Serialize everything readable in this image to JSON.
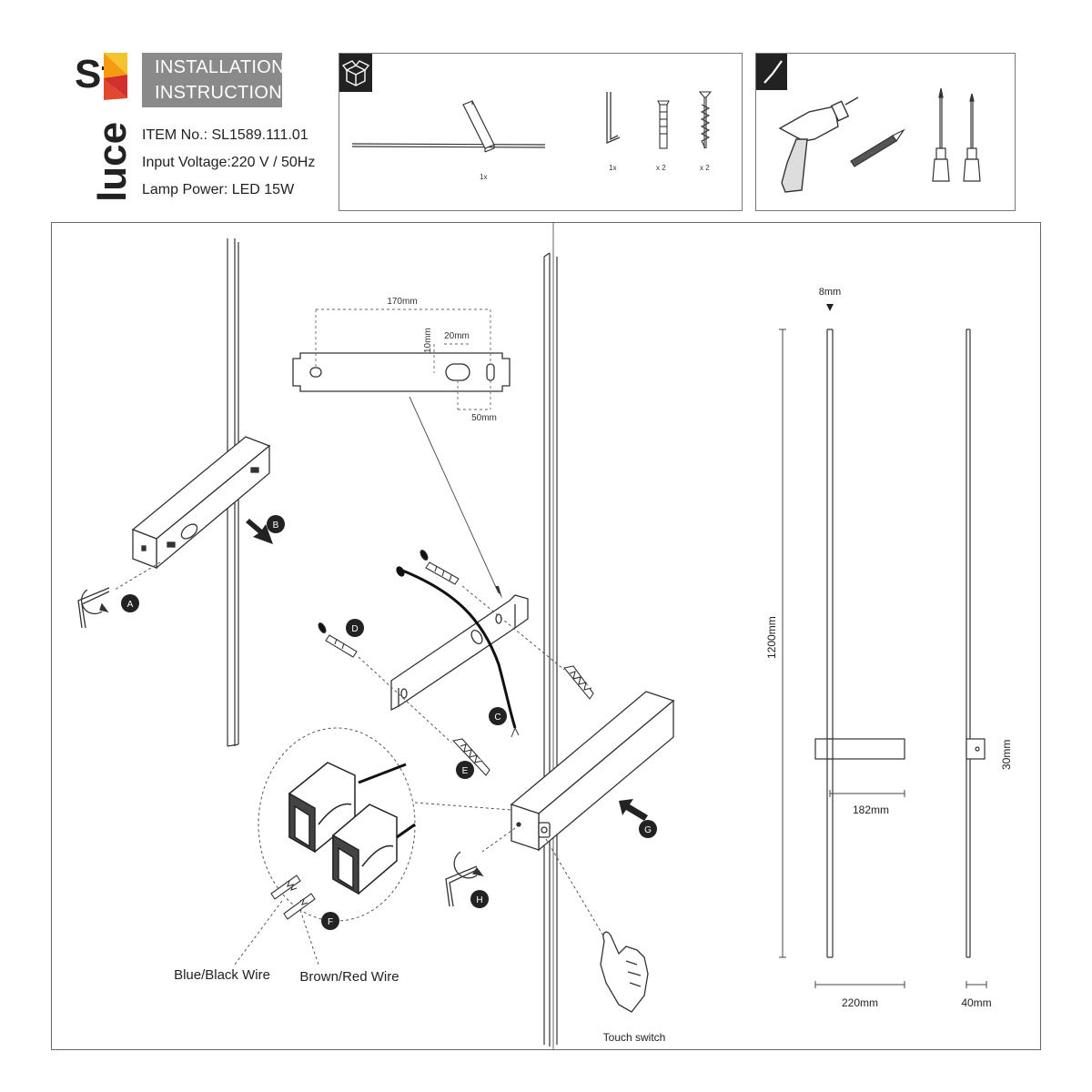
{
  "brand": {
    "logo_text_top": "St",
    "logo_text_bottom": "luce",
    "title_line1": "INSTALLATION",
    "title_line2": "INSTRUCTIONS"
  },
  "specs": {
    "item": "ITEM No.: SL1589.111.01",
    "voltage": "Input Voltage:220 V / 50Hz",
    "power": "Lamp Power: LED 15W"
  },
  "contents": {
    "lamp_qty": "1x",
    "key_qty": "1x",
    "dowel_qty": "x 2",
    "screw_qty": "x 2"
  },
  "steps": {
    "a": "A",
    "b": "B",
    "c": "C",
    "d": "D",
    "e": "E",
    "f": "F",
    "g": "G",
    "h": "H"
  },
  "bracket_dims": {
    "width": "170mm",
    "height": "10mm",
    "slot": "20mm",
    "offset": "50mm"
  },
  "wiring": {
    "blue": "Blue/Black Wire",
    "brown": "Brown/Red Wire",
    "touch": "Touch switch"
  },
  "dimensions": {
    "thickness": "8mm",
    "height": "1200mm",
    "base_width": "182mm",
    "base_height": "30mm",
    "total_width": "220mm",
    "depth": "40mm"
  },
  "colors": {
    "logo_red": "#d32f2f",
    "logo_orange": "#f39c12",
    "logo_yellow": "#f4c430",
    "banner_gray": "#8a8a8a"
  }
}
